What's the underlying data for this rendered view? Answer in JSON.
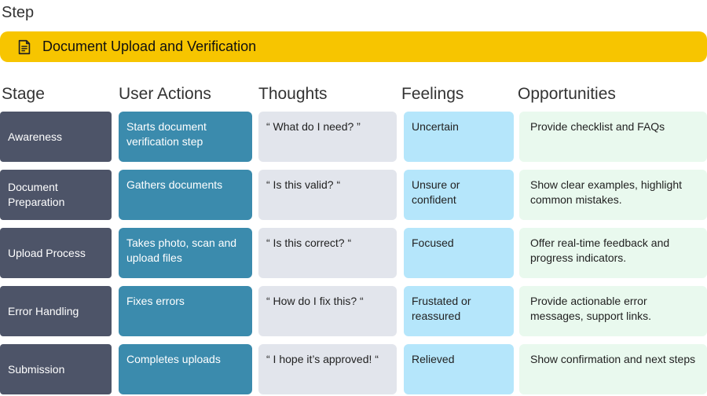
{
  "step_label": "Step",
  "banner": {
    "title": "Document Upload and Verification",
    "icon": "document-icon",
    "color": "#f7c500"
  },
  "columns": [
    "Stage",
    "User Actions",
    "Thoughts",
    "Feelings",
    "Opportunities"
  ],
  "rows": [
    {
      "stage": "Awareness",
      "action": "Starts document verification step",
      "thought": "“ What do I need? ”",
      "feeling": "Uncertain",
      "opportunity": "Provide checklist and FAQs"
    },
    {
      "stage": "Document Preparation",
      "action": "Gathers documents",
      "thought": "“ Is this valid? “",
      "feeling": "Unsure or confident",
      "opportunity": "Show clear examples, highlight common mistakes."
    },
    {
      "stage": "Upload Process",
      "action": "Takes photo, scan and upload files",
      "thought": "“ Is this correct? “",
      "feeling": "Focused",
      "opportunity": "Offer real-time feedback and progress indicators."
    },
    {
      "stage": "Error Handling",
      "action": "Fixes errors",
      "thought": "“ How do I fix this? “",
      "feeling": "Frustated or reassured",
      "opportunity": "Provide actionable error messages, support links."
    },
    {
      "stage": "Submission",
      "action": "Completes uploads",
      "thought": "“ I hope it’s approved! “",
      "feeling": "Relieved",
      "opportunity": "Show confirmation and next steps"
    }
  ]
}
